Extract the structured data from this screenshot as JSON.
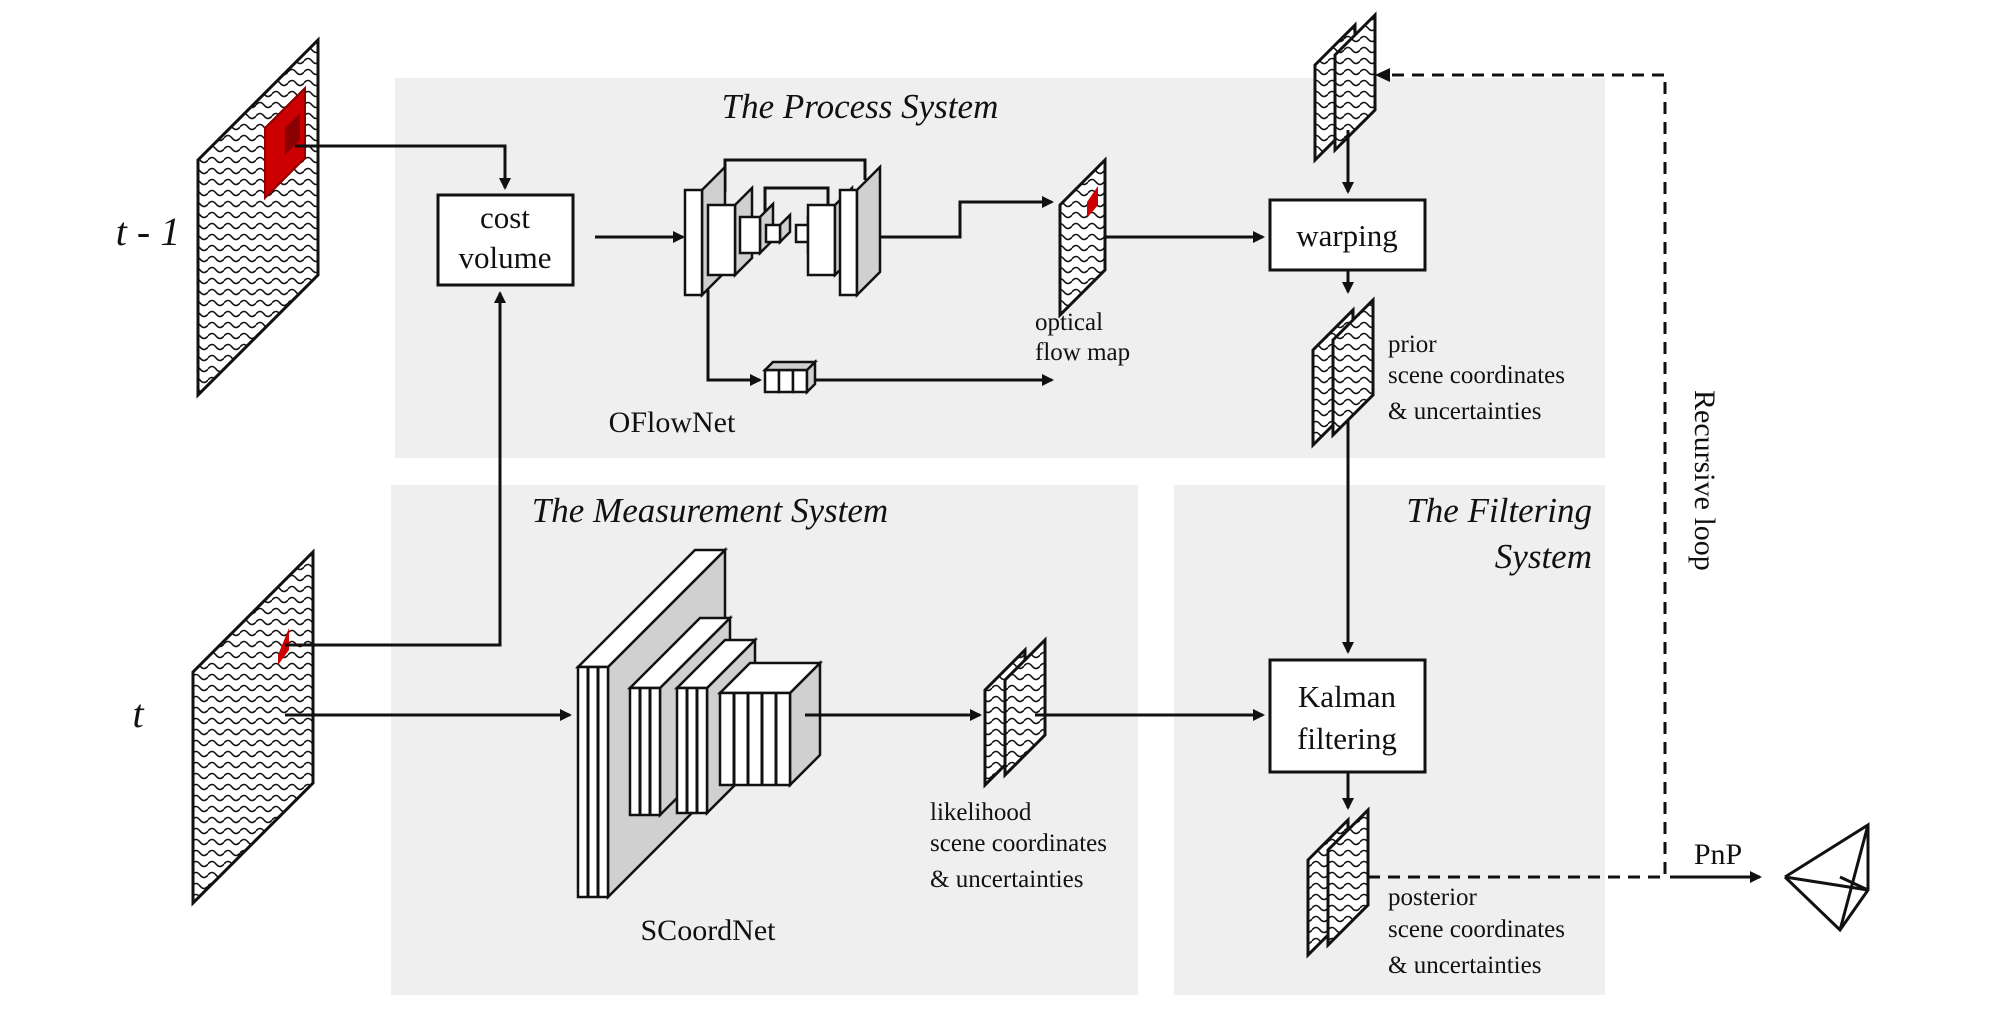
{
  "systems": {
    "process": "The Process System",
    "measurement": "The Measurement System",
    "filtering_line1": "The Filtering",
    "filtering_line2": "System"
  },
  "inputs": {
    "prev_frame": "t - 1",
    "curr_frame": "t"
  },
  "nodes": {
    "cost_volume_line1": "cost",
    "cost_volume_line2": "volume",
    "warping": "warping",
    "kalman_line1": "Kalman",
    "kalman_line2": "filtering"
  },
  "networks": {
    "oflownet": "OFlowNet",
    "scoordnet": "SCoordNet"
  },
  "labels": {
    "optical_flow_line1": "optical",
    "optical_flow_line2": "flow map",
    "prior_line1": "prior",
    "prior_line2": "scene coordinates",
    "prior_line3": "& uncertainties",
    "likelihood_line1": "likelihood",
    "likelihood_line2": "scene coordinates",
    "likelihood_line3": "& uncertainties",
    "posterior_line1": "posterior",
    "posterior_line2": "scene coordinates",
    "posterior_line3": "& uncertainties",
    "pnp": "PnP",
    "recursive_loop": "Recursive loop"
  },
  "colors": {
    "panel": "#efefef",
    "highlight": "#cc0000",
    "highlight_dark": "#8b0000"
  }
}
